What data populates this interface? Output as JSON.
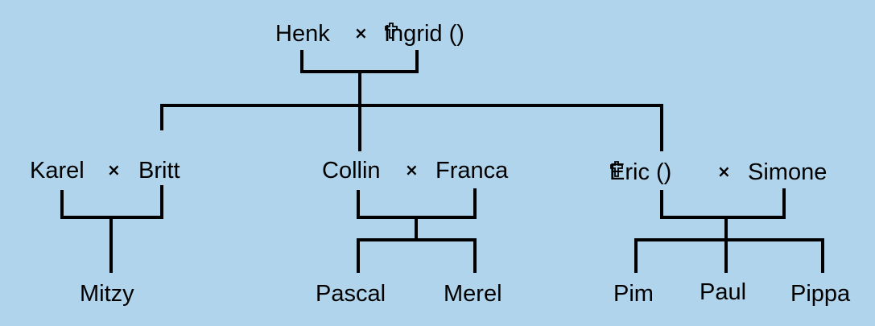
{
  "colors": {
    "background": "#b0d4ec",
    "line": "#000000",
    "text": "#000000"
  },
  "marriage_symbol": "×",
  "deceased_icon": "latin-cross-icon",
  "generation1": {
    "husband": "Henk",
    "wife": "Ingrid",
    "wife_deceased": true
  },
  "generation2": [
    {
      "partner_a": "Karel",
      "partner_b": "Britt"
    },
    {
      "partner_a": "Collin",
      "partner_b": "Franca"
    },
    {
      "partner_a": "Eric",
      "partner_a_deceased": true,
      "partner_b": "Simone"
    }
  ],
  "generation3": {
    "karel_britt_children": [
      "Mitzy"
    ],
    "collin_franca_children": [
      "Pascal",
      "Merel"
    ],
    "eric_simone_children": [
      "Pim",
      "Paul",
      "Pippa"
    ]
  }
}
